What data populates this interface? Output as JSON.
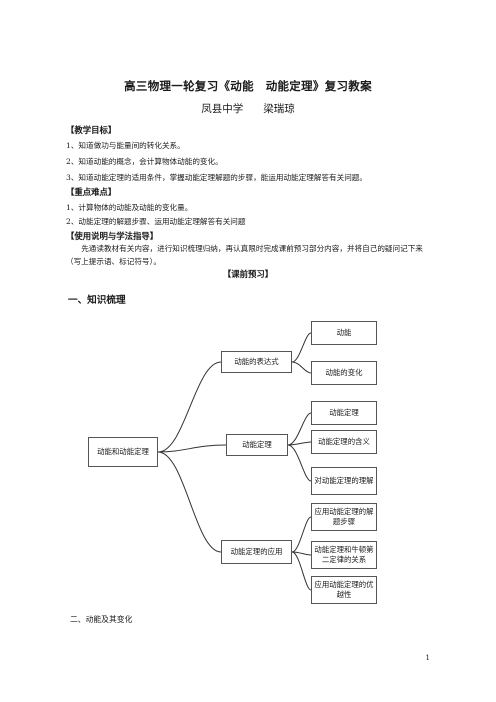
{
  "doc": {
    "title": "高三物理一轮复习《动能　动能定理》复习教案",
    "school": "凤县中学",
    "author": "梁瑞琼",
    "sec_objectives": "【教学目标】",
    "objectives": [
      "1、知道做功与能量间的转化关系。",
      "2、知道动能的概念，会计算物体动能的变化。",
      "3、知道动能定理的适用条件，掌握动能定理解题的步骤，能运用动能定理解答有关问题。"
    ],
    "sec_keypoints": "【重点难点】",
    "keypoints": [
      "1、计算物体的动能及动能的变化量。",
      "2、动能定理的解题步骤、运用动能定理解答有关问题"
    ],
    "sec_usage": "【使用说明与学法指导】",
    "usage_text": "先通读教材有关内容，进行知识梳理归纳，再认真限时完成课前预习部分内容，并将自己的疑问记下来（写上提示语、标记符号）。",
    "sec_preview": "【课前预习】",
    "heading1": "一、知识梳理",
    "heading2": "二、动能及其变化",
    "page_number": "1"
  },
  "mindmap": {
    "root": "动能和动能定理",
    "branches": [
      {
        "label": "动能的表达式",
        "children": [
          "动能",
          "动能的变化"
        ]
      },
      {
        "label": "动能定理",
        "children": [
          "动能定理",
          "动能定理的含义",
          "对动能定理的理解"
        ]
      },
      {
        "label": "动能定理的应用",
        "children": [
          "应用动能定理的解题步骤",
          "动能定理和牛顿第二定律的关系",
          "应用动能定理的优越性"
        ]
      }
    ]
  }
}
